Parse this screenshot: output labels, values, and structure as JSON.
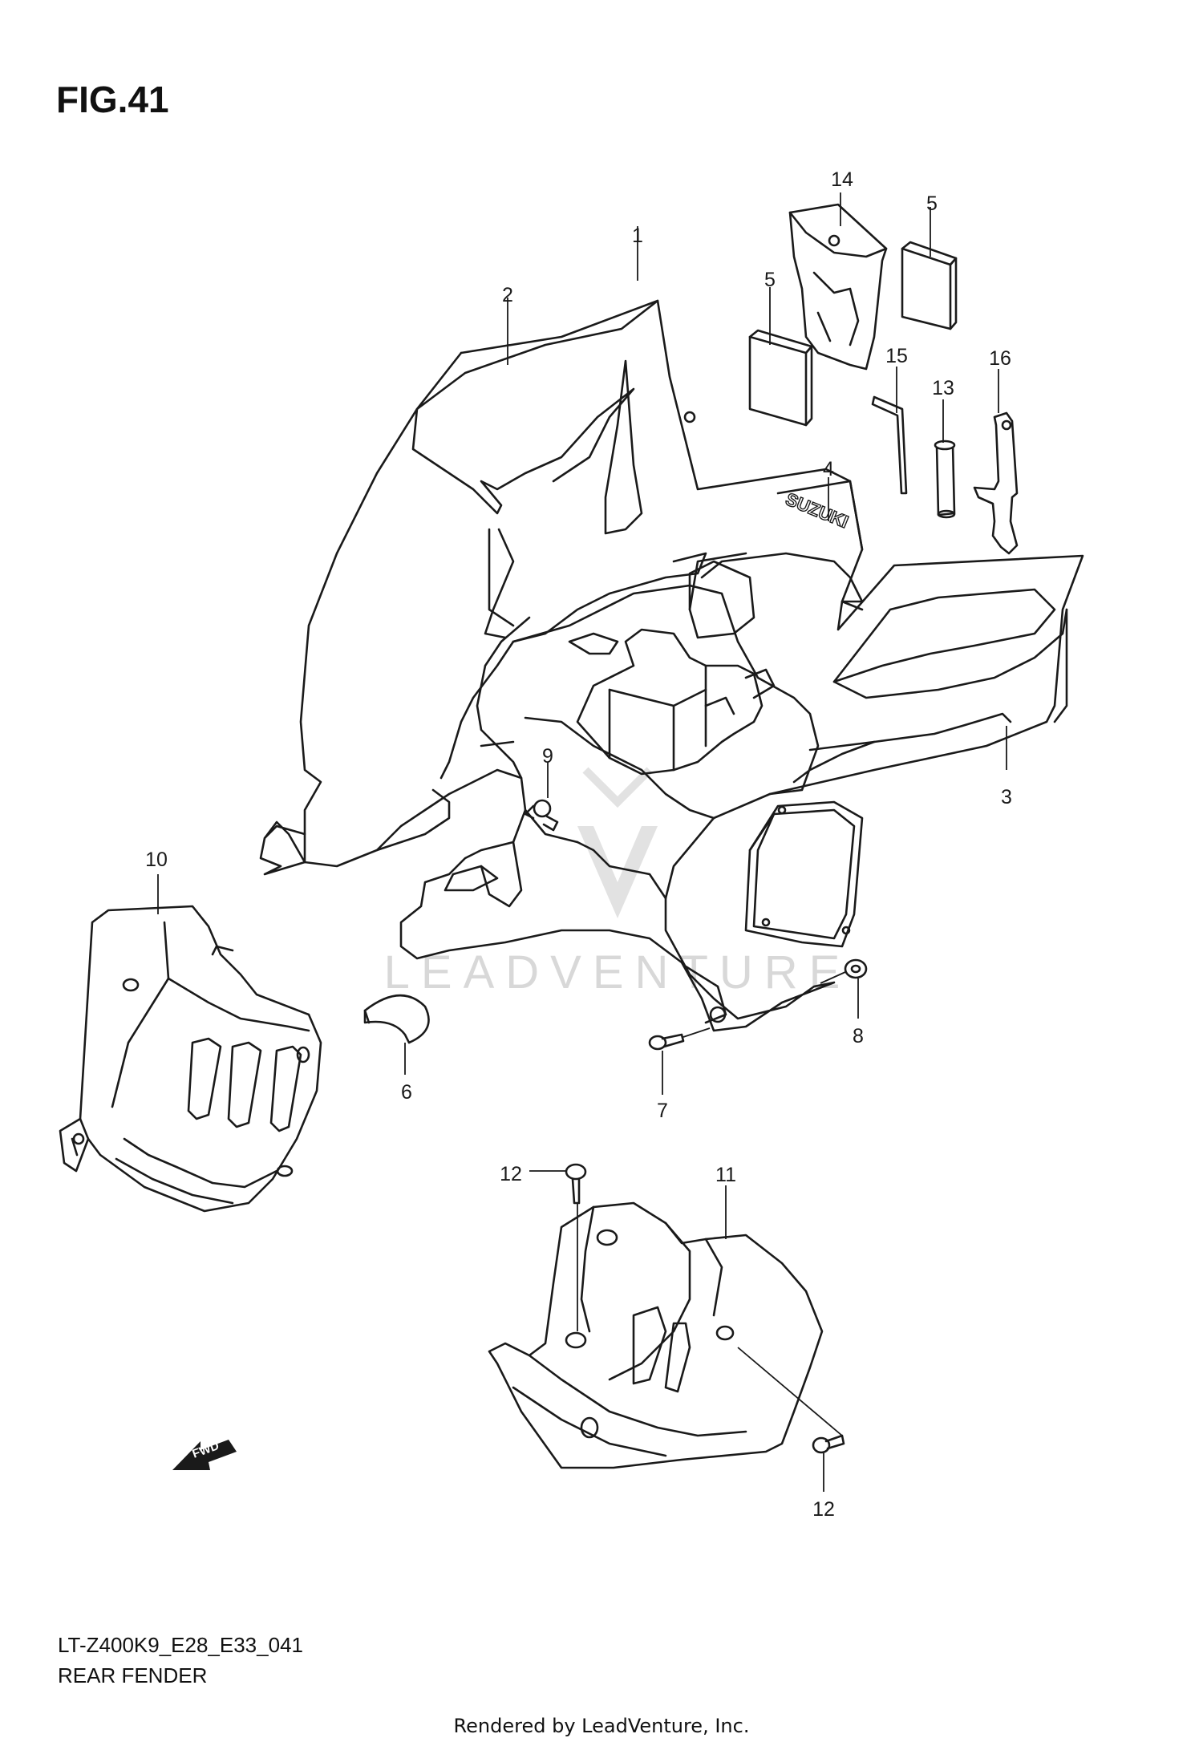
{
  "figure": {
    "title": "FIG.41",
    "code": "LT-Z400K9_E28_E33_041",
    "name": "REAR FENDER",
    "credit": "Rendered by LeadVenture, Inc.",
    "watermark": "LEADVENTURE",
    "brand_mark": "SUZUKI",
    "direction_label": "FWD"
  },
  "callouts": {
    "c1": "1",
    "c2": "2",
    "c3": "3",
    "c4": "4",
    "c5a": "5",
    "c5b": "5",
    "c6": "6",
    "c7": "7",
    "c8": "8",
    "c9": "9",
    "c10": "10",
    "c11": "11",
    "c12a": "12",
    "c12b": "12",
    "c13": "13",
    "c14": "14",
    "c15": "15",
    "c16": "16"
  }
}
